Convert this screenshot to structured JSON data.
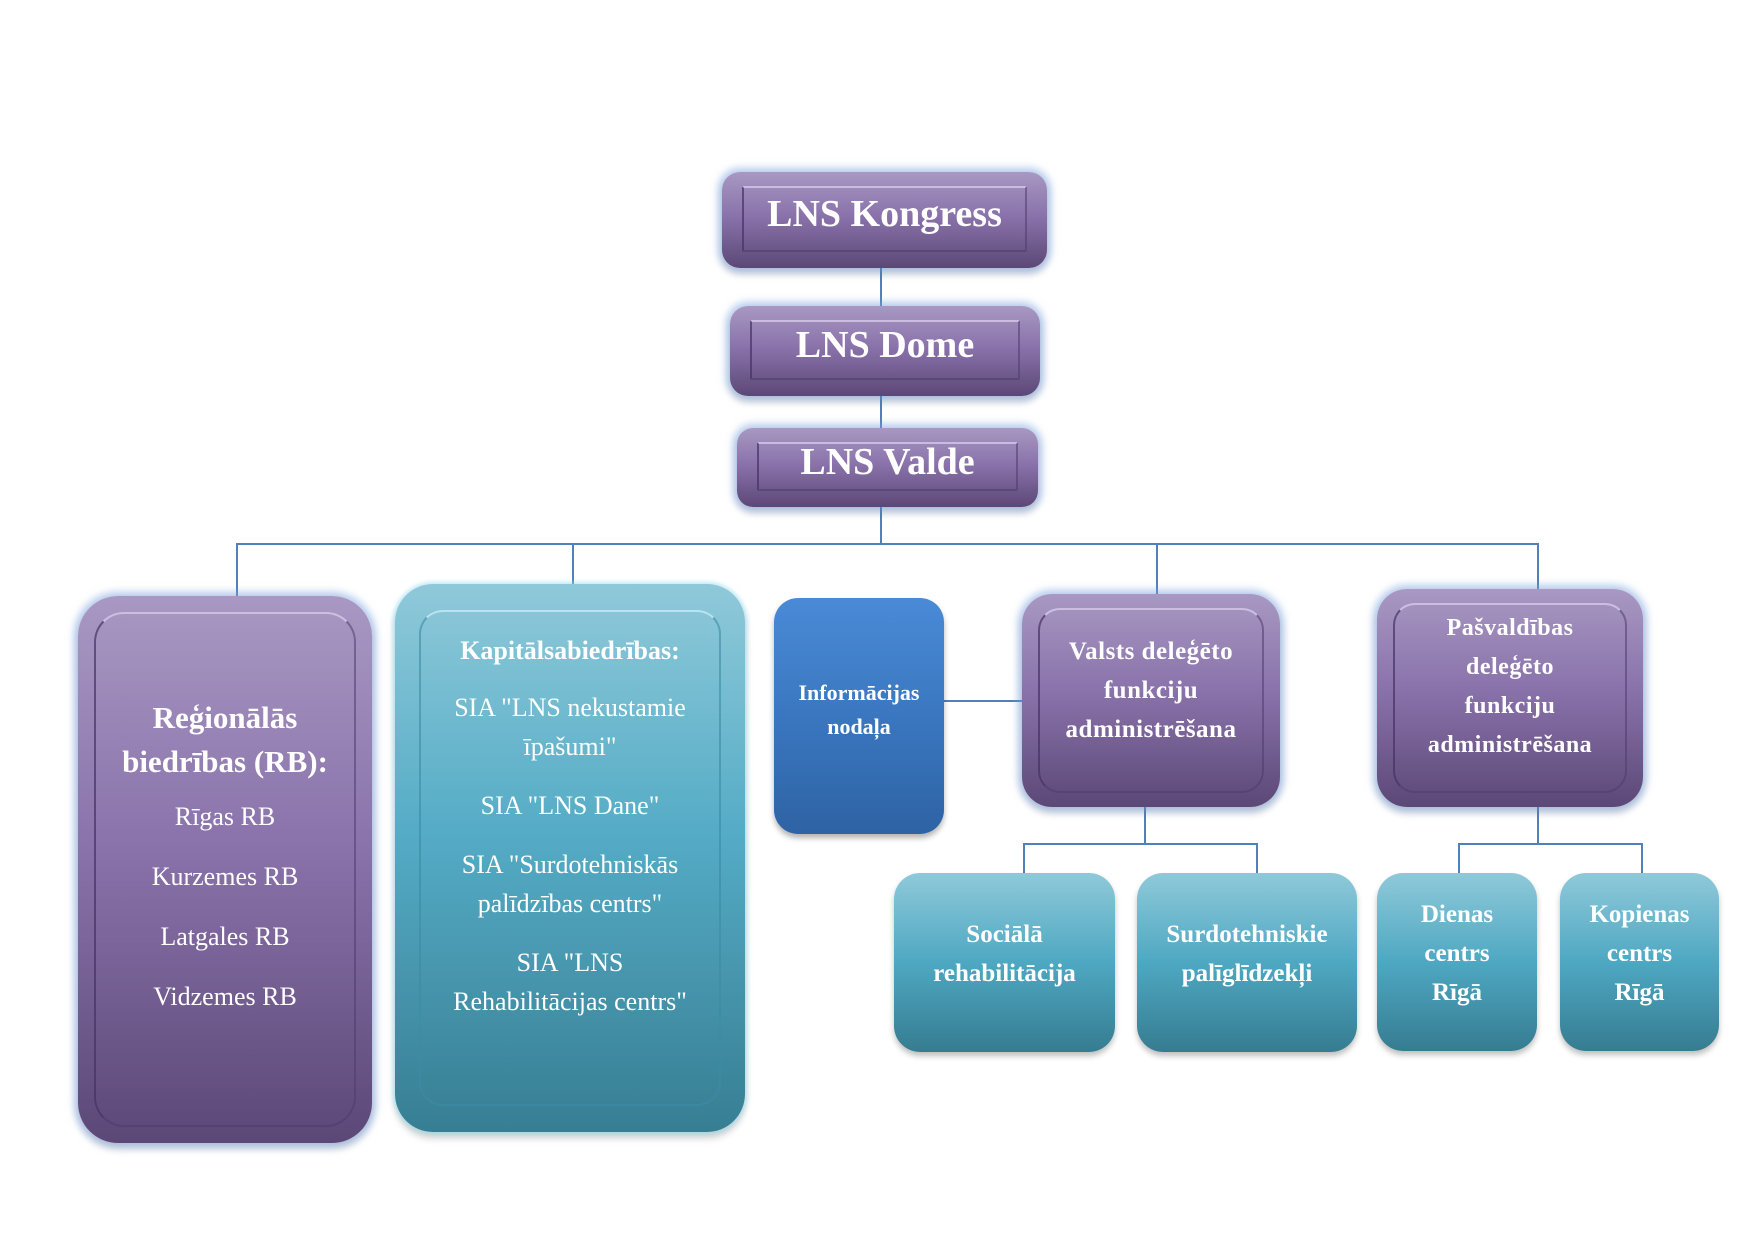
{
  "title": "LNS organizational structure",
  "colors": {
    "connector": "#4f81bd",
    "purple_top": "#a898c2",
    "purple_bottom": "#5c4877",
    "cyan_top": "#8fc9d9",
    "cyan_bottom": "#377e93",
    "blue_top": "#4a8ad6",
    "blue_bottom": "#2e63a4"
  },
  "nodes": {
    "kongress": "LNS Kongress",
    "dome": "LNS Dome",
    "valde": "LNS Valde",
    "regional": {
      "title_line1": "Reģionālās",
      "title_line2": "biedrības (RB):",
      "items": [
        "Rīgas RB",
        "Kurzemes RB",
        "Latgales RB",
        "Vidzemes RB"
      ]
    },
    "companies": {
      "title": "Kapitālsabiedrības:",
      "items": [
        {
          "line1": "SIA \"LNS nekustamie",
          "line2": "īpašumi\""
        },
        {
          "line1": "SIA \"LNS Dane\"",
          "line2": ""
        },
        {
          "line1": "SIA \"Surdotehniskās",
          "line2": "palīdzības centrs\""
        },
        {
          "line1": "SIA \"LNS",
          "line2": "Rehabilitācijas centrs\""
        }
      ]
    },
    "info": {
      "line1": "Informācijas",
      "line2": "nodaļa"
    },
    "state": {
      "line1": "Valsts deleģēto",
      "line2": "funkciju",
      "line3": "administrēšana"
    },
    "municipal": {
      "line1": "Pašvaldības",
      "line2": "deleģēto",
      "line3": "funkciju",
      "line4": "administrēšana"
    },
    "social": {
      "line1": "Sociālā",
      "line2": "rehabilitācija"
    },
    "surdo": {
      "line1": "Surdotehniskie",
      "line2": "palīglīdzekļi"
    },
    "day_center": {
      "line1": "Dienas",
      "line2": "centrs",
      "line3": "Rīgā"
    },
    "community_center": {
      "line1": "Kopienas",
      "line2": "centrs",
      "line3": "Rīgā"
    }
  }
}
